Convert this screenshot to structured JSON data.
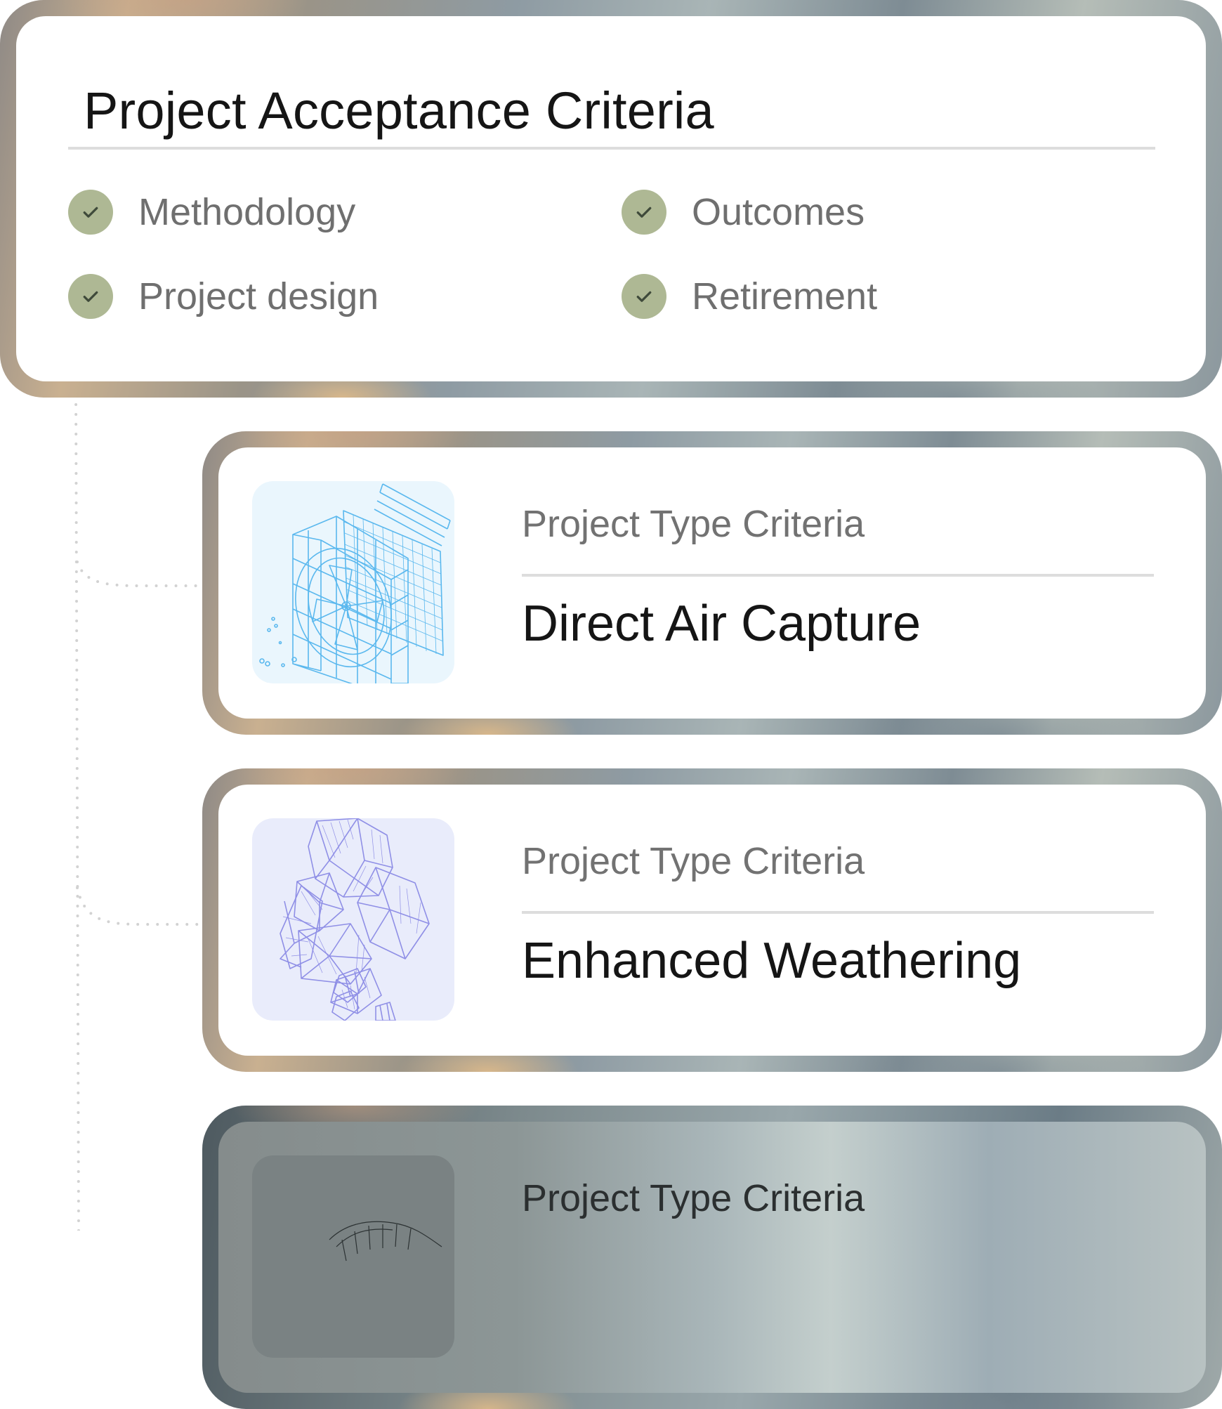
{
  "acceptance": {
    "title": "Project Acceptance Criteria",
    "criteria": [
      {
        "label": "Methodology",
        "checked": true
      },
      {
        "label": "Outcomes",
        "checked": true
      },
      {
        "label": "Project design",
        "checked": true
      },
      {
        "label": "Retirement",
        "checked": true
      }
    ],
    "check_color": "#aeb894"
  },
  "project_types": [
    {
      "label": "Project Type Criteria",
      "name": "Direct Air Capture",
      "icon": "direct-air-capture-fan-illustration",
      "tint": "#eaf6fd",
      "line_color": "#5ab8ee"
    },
    {
      "label": "Project Type Criteria",
      "name": "Enhanced Weathering",
      "icon": "enhanced-weathering-rocks-illustration",
      "tint": "#e9ecfb",
      "line_color": "#8f8fe6"
    },
    {
      "label": "Project Type Criteria",
      "icon": "landscape-wireframe-illustration"
    }
  ]
}
